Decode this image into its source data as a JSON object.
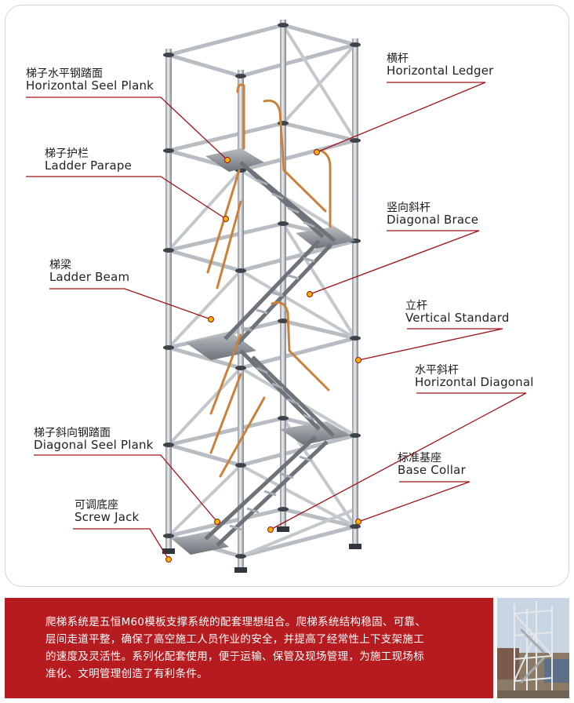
{
  "callouts": [
    {
      "id": "horizontal-seel-plank",
      "zh": "梯子水平钢踏面",
      "en": "Horizontal Seel Plank"
    },
    {
      "id": "ladder-parape",
      "zh": "梯子护栏",
      "en": "Ladder Parape"
    },
    {
      "id": "ladder-beam",
      "zh": "梯梁",
      "en": "Ladder Beam"
    },
    {
      "id": "diagonal-seel-plank",
      "zh": "梯子斜向钢踏面",
      "en": "Diagonal Seel Plank"
    },
    {
      "id": "screw-jack",
      "zh": "可调底座",
      "en": "Screw Jack"
    },
    {
      "id": "horizontal-ledger",
      "zh": "横杆",
      "en": "Horizontal Ledger"
    },
    {
      "id": "diagonal-brace",
      "zh": "竖向斜杆",
      "en": "Diagonal Brace"
    },
    {
      "id": "vertical-standard",
      "zh": "立杆",
      "en": "Vertical Standard"
    },
    {
      "id": "horizontal-diagonal",
      "zh": "水平斜杆",
      "en": "Horizontal Diagonal"
    },
    {
      "id": "base-collar",
      "zh": "标准基座",
      "en": "Base Collar"
    }
  ],
  "description": {
    "lines": [
      "爬梯系统是五恒M60模板支撑系统的配套理想组合。爬梯系统结构稳固、可靠、",
      "层间走道平整，确保了高空施工人员作业的安全，并提高了经常性上下支架施工",
      "的速度及灵活性。系列化配套使用，便于运输、保管及现场管理，为施工现场标",
      "准化、文明管理创造了有利条件。"
    ]
  },
  "colors": {
    "accent_red": "#b51b1f",
    "leader_line": "#9e1418",
    "marker_fill": "#f5b400",
    "handrail": "#c8823c",
    "steel": "#c9ced3"
  },
  "icons": {
    "scaffold": "stair-tower-scaffold-illustration",
    "photo": "site-photo-scaffold-stair-tower"
  }
}
